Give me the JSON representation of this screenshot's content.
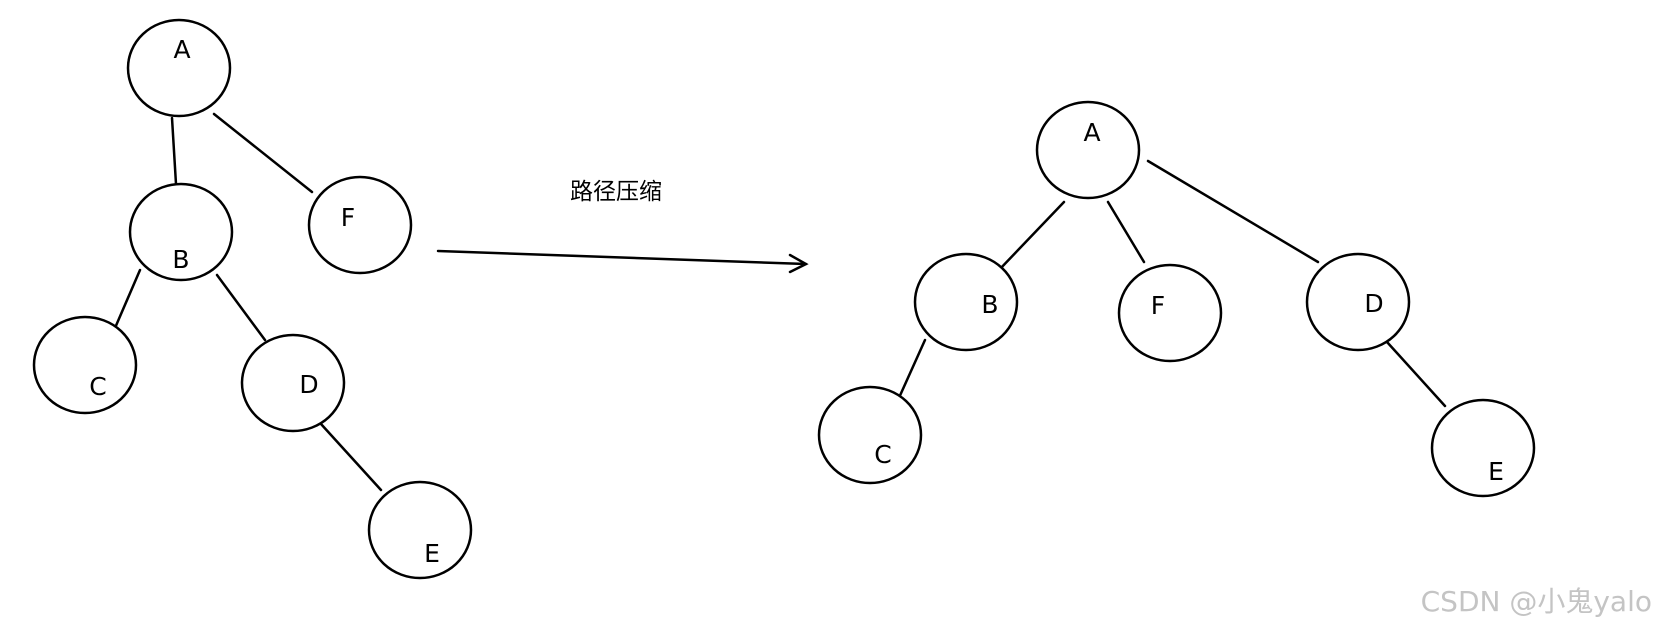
{
  "diagram": {
    "caption": "路径压缩",
    "left_tree": {
      "nodes": [
        {
          "id": "A",
          "label": "A"
        },
        {
          "id": "B",
          "label": "B"
        },
        {
          "id": "F",
          "label": "F"
        },
        {
          "id": "C",
          "label": "C"
        },
        {
          "id": "D",
          "label": "D"
        },
        {
          "id": "E",
          "label": "E"
        }
      ],
      "edges": [
        [
          "A",
          "B"
        ],
        [
          "A",
          "F"
        ],
        [
          "B",
          "C"
        ],
        [
          "B",
          "D"
        ],
        [
          "D",
          "E"
        ]
      ]
    },
    "right_tree": {
      "nodes": [
        {
          "id": "A",
          "label": "A"
        },
        {
          "id": "B",
          "label": "B"
        },
        {
          "id": "F",
          "label": "F"
        },
        {
          "id": "D",
          "label": "D"
        },
        {
          "id": "C",
          "label": "C"
        },
        {
          "id": "E",
          "label": "E"
        }
      ],
      "edges": [
        [
          "A",
          "B"
        ],
        [
          "A",
          "F"
        ],
        [
          "A",
          "D"
        ],
        [
          "B",
          "C"
        ],
        [
          "D",
          "E"
        ]
      ]
    }
  },
  "watermark": "CSDN @小鬼yalo"
}
